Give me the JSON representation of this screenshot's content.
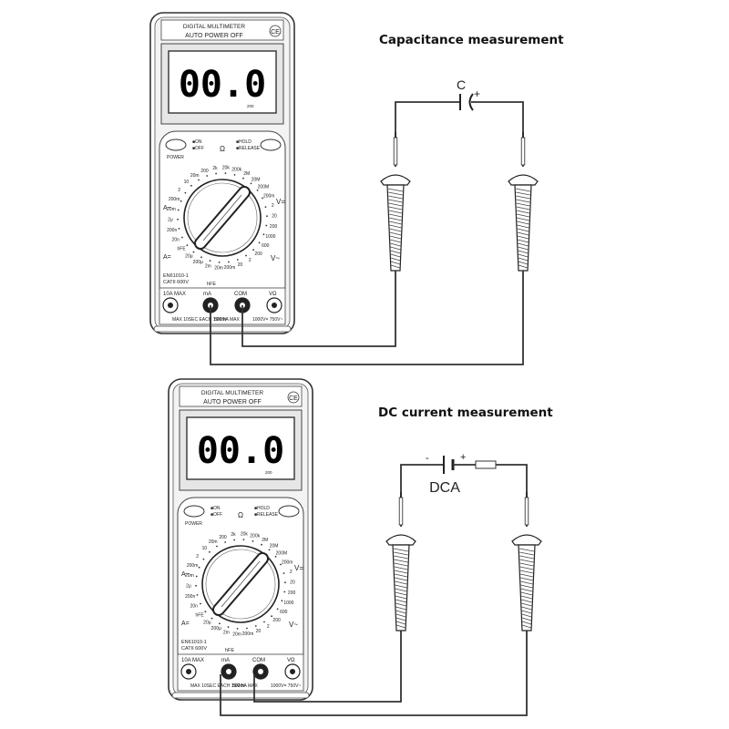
{
  "diagrams": [
    {
      "title": "Capacitance measurement",
      "component_label": "C",
      "component_polarity": "+",
      "meter": {
        "brand_line": "DIGITAL MULTIMETER",
        "auto_off": "AUTO POWER OFF",
        "ce": "CE",
        "display": "00.0",
        "display_unit": "200",
        "power_label": "POWER",
        "on_label": "ON",
        "off_label": "OFF",
        "hold_label": "HOLD",
        "release_label": "RELEASE",
        "ohm_symbol": "Ω",
        "v_dc": "V=",
        "v_ac": "V~",
        "a_dc": "A=",
        "a_ac": "A~",
        "standard": "EN61010-1",
        "category": "CATII 600V",
        "hfe": "hFE",
        "jack_10a": "10A MAX",
        "jack_ma": "mA",
        "jack_com": "COM",
        "jack_vohm": "VΩ",
        "fuse_10a": "MAX 10SEC EACH 15MIN",
        "fuse_ma": "500mA MAX",
        "max_v": "1000V= 750V~"
      }
    },
    {
      "title": "DC current measurement",
      "component_label": "DCA",
      "component_polarity_neg": "-",
      "component_polarity": "+",
      "meter": {
        "brand_line": "DIGITAL MULTIMETER",
        "auto_off": "AUTO POWER OFF",
        "ce": "CE",
        "display": "00.0",
        "display_unit": "200",
        "power_label": "POWER",
        "on_label": "ON",
        "off_label": "OFF",
        "hold_label": "HOLD",
        "release_label": "RELEASE",
        "ohm_symbol": "Ω",
        "v_dc": "V=",
        "v_ac": "V~",
        "a_dc": "A=",
        "a_ac": "A~",
        "standard": "EN61010-1",
        "category": "CATII 600V",
        "hfe": "hFE",
        "jack_10a": "10A MAX",
        "jack_ma": "mA",
        "jack_com": "COM",
        "jack_vohm": "VΩ",
        "fuse_10a": "MAX 10SEC EACH 15MIN",
        "fuse_ma": "500mA MAX",
        "max_v": "1000V= 750V~"
      }
    }
  ],
  "dial_ranges": [
    "200",
    "2k",
    "20k",
    "200k",
    "2M",
    "20M",
    "200M",
    "200m",
    "2",
    "20",
    "200",
    "1000",
    "600",
    "200",
    "2",
    "20",
    "200m",
    "20m",
    "2m",
    "200μ",
    "20μ",
    "hFE",
    "20n",
    "200n",
    "2μ",
    "20m",
    "200m",
    "2",
    "10",
    "20m"
  ]
}
